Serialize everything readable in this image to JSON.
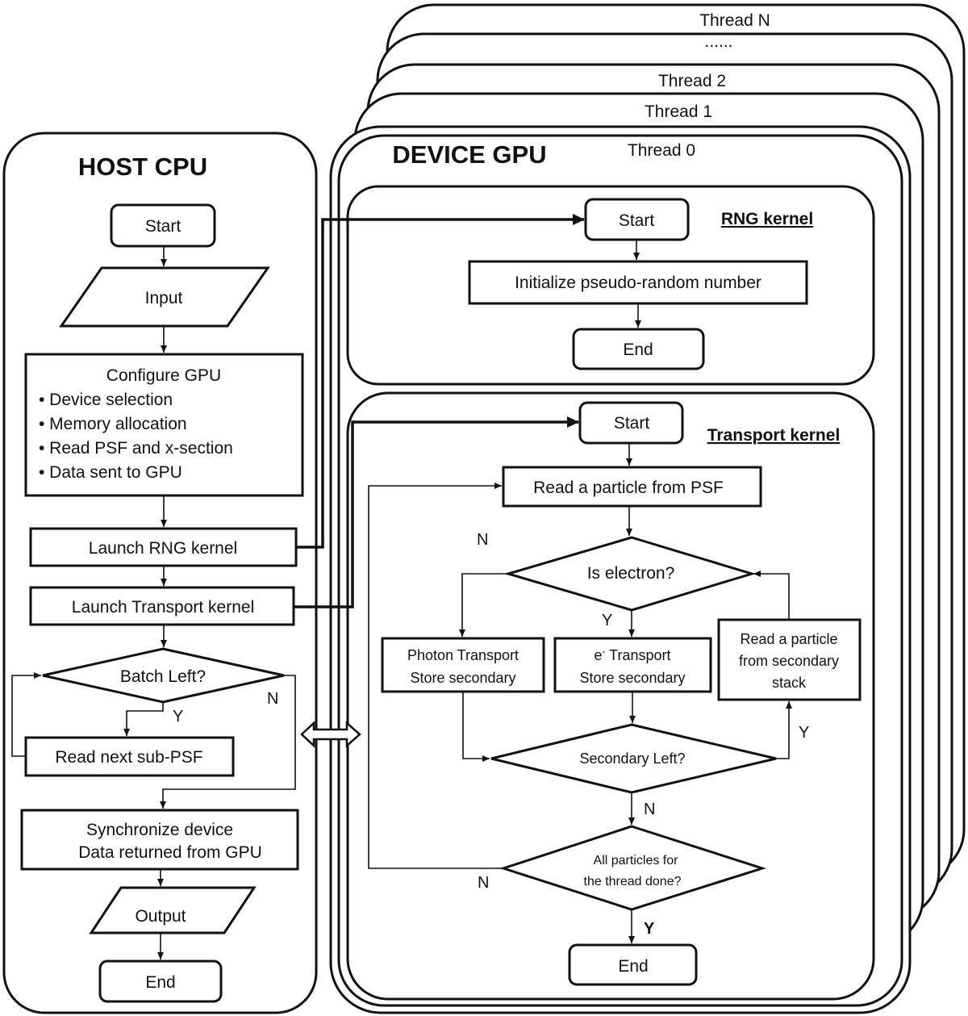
{
  "threads": {
    "n": "Thread N",
    "dots": "......",
    "t2": "Thread 2",
    "t1": "Thread 1",
    "t0": "Thread 0"
  },
  "host": {
    "title": "HOST CPU",
    "start": "Start",
    "input": "Input",
    "configure_title": "Configure GPU",
    "configure_items": [
      "• Device selection",
      "• Memory allocation",
      "• Read PSF and x-section",
      "• Data sent to GPU"
    ],
    "launch_rng": "Launch RNG kernel",
    "launch_transport": "Launch Transport kernel",
    "batch_left": "Batch Left?",
    "batch_yes": "Y",
    "batch_no": "N",
    "read_next": "Read next sub-PSF",
    "sync_line1": "Synchronize device",
    "sync_line2": "Data returned from GPU",
    "output": "Output",
    "end": "End"
  },
  "device": {
    "title": "DEVICE GPU",
    "rng": {
      "label": "RNG kernel",
      "start": "Start",
      "init": "Initialize pseudo-random number",
      "end": "End"
    },
    "transport": {
      "label": "Transport kernel",
      "start": "Start",
      "read_psf": "Read a particle from PSF",
      "is_electron": "Is electron?",
      "n1": "N",
      "y1": "Y",
      "photon_line1": "Photon Transport",
      "photon_line2": "Store secondary",
      "electron_e": "e",
      "electron_sup": "-",
      "electron_line1": " Transport",
      "electron_line2": "Store secondary",
      "secstack_line1": "Read a particle",
      "secstack_line2": "from secondary",
      "secstack_line3": "stack",
      "secondary_left": "Secondary Left?",
      "y2": "Y",
      "n2": "N",
      "all_done_line1": "All particles for",
      "all_done_line2": "the thread done?",
      "n3": "N",
      "y3": "Y",
      "end": "End"
    }
  }
}
